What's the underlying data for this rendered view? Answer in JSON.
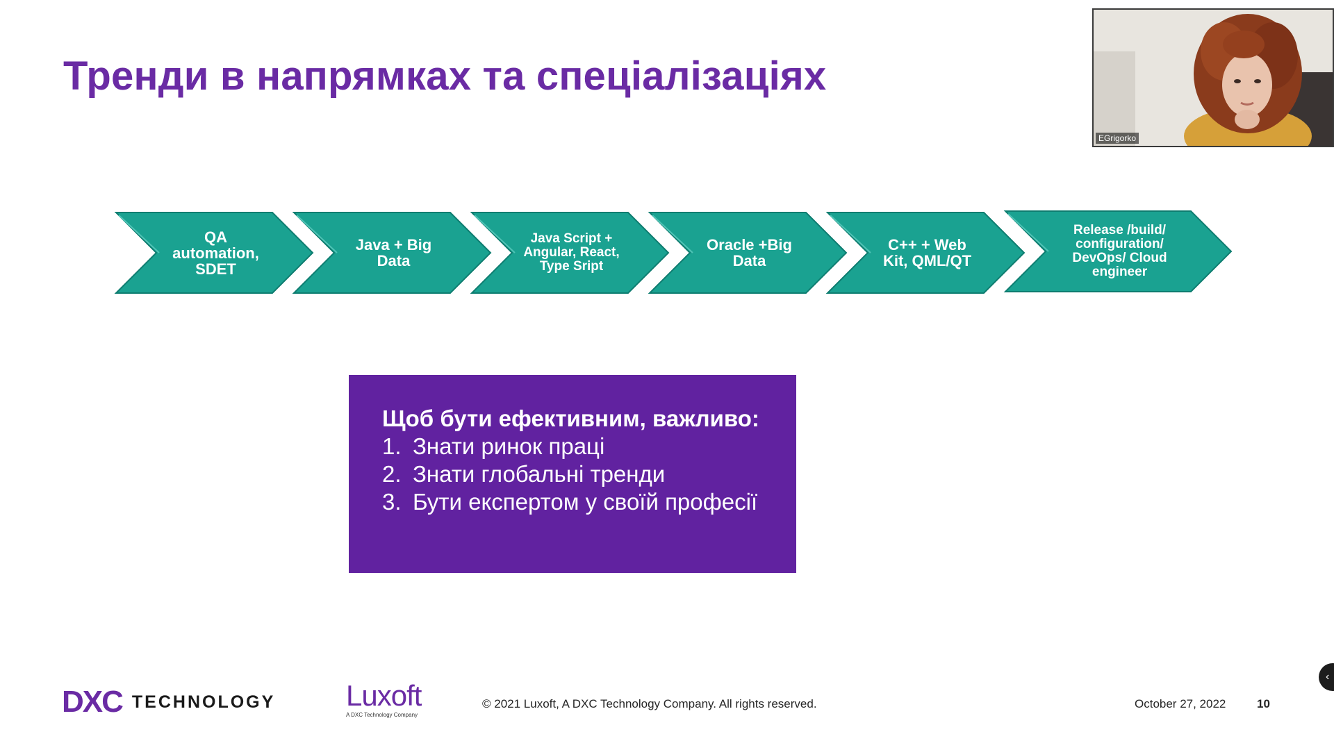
{
  "slide": {
    "title": "Тренди в напрямках та спеціалізаціях",
    "process": {
      "fill_color": "#1aa291",
      "text_color": "#ffffff",
      "steps": [
        {
          "label": "QA\nautomation,\nSDET"
        },
        {
          "label": "Java + Big\nData"
        },
        {
          "label": "Java Script +\nAngular, React,\nType Sript"
        },
        {
          "label": "Oracle +Big\nData"
        },
        {
          "label": "C++ + Web\nKit, QML/QT"
        },
        {
          "label": "Release /build/\nconfiguration/\nDevOps/ Cloud\nengineer"
        }
      ]
    },
    "callout": {
      "background": "#6122a0",
      "heading": "Щоб бути ефективним, важливо:",
      "items": [
        {
          "number": "1.",
          "text": "Знати ринок праці"
        },
        {
          "number": "2.",
          "text": "Знати глобальні тренди"
        },
        {
          "number": "3.",
          "text": "Бути експертом у своїй професії"
        }
      ]
    },
    "footer": {
      "dxc_logo": "DXC",
      "dxc_technology": "TECHNOLOGY",
      "luxoft_logo": "Luxoft",
      "luxoft_tagline": "A DXC Technology Company",
      "copyright": "© 2021 Luxoft, A DXC Technology Company. All rights reserved.",
      "date": "October 27, 2022",
      "page_number": "10"
    },
    "brand_color": "#6a2ba4"
  },
  "video_tile": {
    "participant_name": "EGrigorko"
  },
  "side_control": {
    "icon": "chevron-left-icon",
    "glyph": "‹"
  }
}
